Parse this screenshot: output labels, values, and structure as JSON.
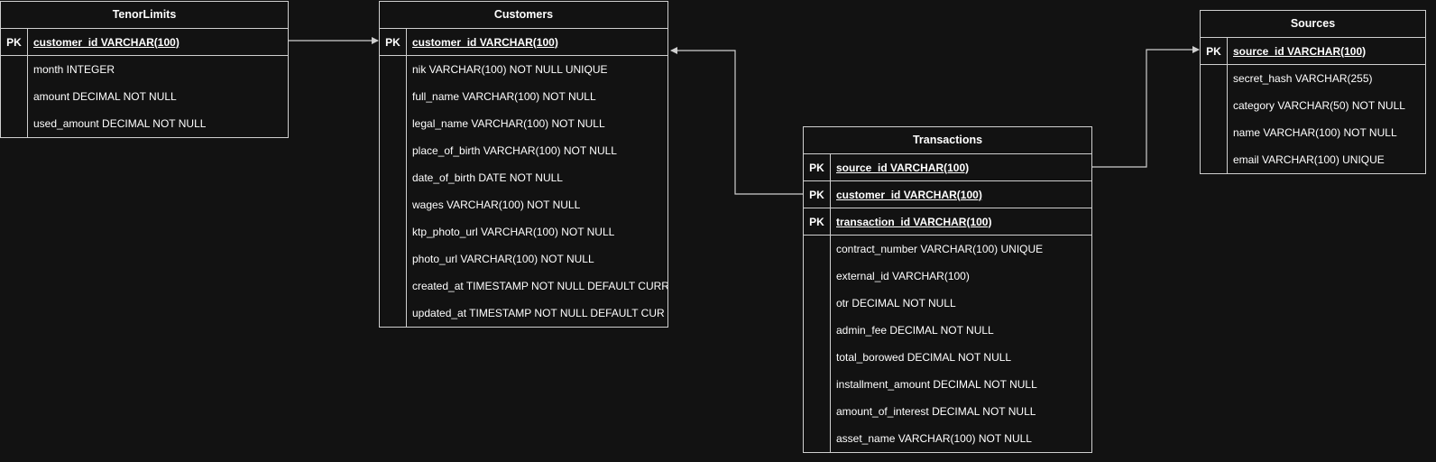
{
  "entities": {
    "tenor_limits": {
      "title": "TenorLimits",
      "pk": [
        {
          "key": "PK",
          "field": "customer_id VARCHAR(100)"
        }
      ],
      "attributes": [
        "month INTEGER",
        "amount DECIMAL NOT NULL",
        "used_amount DECIMAL NOT NULL"
      ]
    },
    "customers": {
      "title": "Customers",
      "pk": [
        {
          "key": "PK",
          "field": "customer_id VARCHAR(100)"
        }
      ],
      "attributes": [
        "nik VARCHAR(100) NOT NULL UNIQUE",
        "full_name VARCHAR(100) NOT NULL",
        "legal_name VARCHAR(100) NOT NULL",
        "place_of_birth VARCHAR(100) NOT NULL",
        "date_of_birth DATE NOT NULL",
        "wages VARCHAR(100) NOT NULL",
        "ktp_photo_url VARCHAR(100) NOT NULL",
        "photo_url VARCHAR(100) NOT NULL",
        "created_at TIMESTAMP NOT NULL DEFAULT CURR",
        "updated_at TIMESTAMP NOT NULL DEFAULT CUR"
      ]
    },
    "transactions": {
      "title": "Transactions",
      "pk": [
        {
          "key": "PK",
          "field": "source_id VARCHAR(100)"
        },
        {
          "key": "PK",
          "field": "customer_id VARCHAR(100)"
        },
        {
          "key": "PK",
          "field": "transaction_id VARCHAR(100)"
        }
      ],
      "attributes": [
        "contract_number VARCHAR(100) UNIQUE",
        "external_id VARCHAR(100)",
        "otr DECIMAL NOT NULL",
        "admin_fee DECIMAL NOT NULL",
        "total_borowed DECIMAL NOT NULL",
        "installment_amount DECIMAL NOT NULL",
        "amount_of_interest DECIMAL NOT NULL",
        "asset_name VARCHAR(100) NOT NULL"
      ]
    },
    "sources": {
      "title": "Sources",
      "pk": [
        {
          "key": "PK",
          "field": "source_id VARCHAR(100)"
        }
      ],
      "attributes": [
        "secret_hash VARCHAR(255)",
        "category VARCHAR(50) NOT NULL",
        "name VARCHAR(100) NOT NULL",
        "email VARCHAR(100) UNIQUE"
      ]
    }
  },
  "relationships": [
    {
      "from": "tenor_limits.customer_id",
      "to": "customers.customer_id"
    },
    {
      "from": "transactions.customer_id",
      "to": "customers.customer_id"
    },
    {
      "from": "transactions.source_id",
      "to": "sources.source_id"
    }
  ],
  "colors": {
    "background": "#121212",
    "stroke": "#cfcfcf",
    "text": "#ffffff"
  }
}
